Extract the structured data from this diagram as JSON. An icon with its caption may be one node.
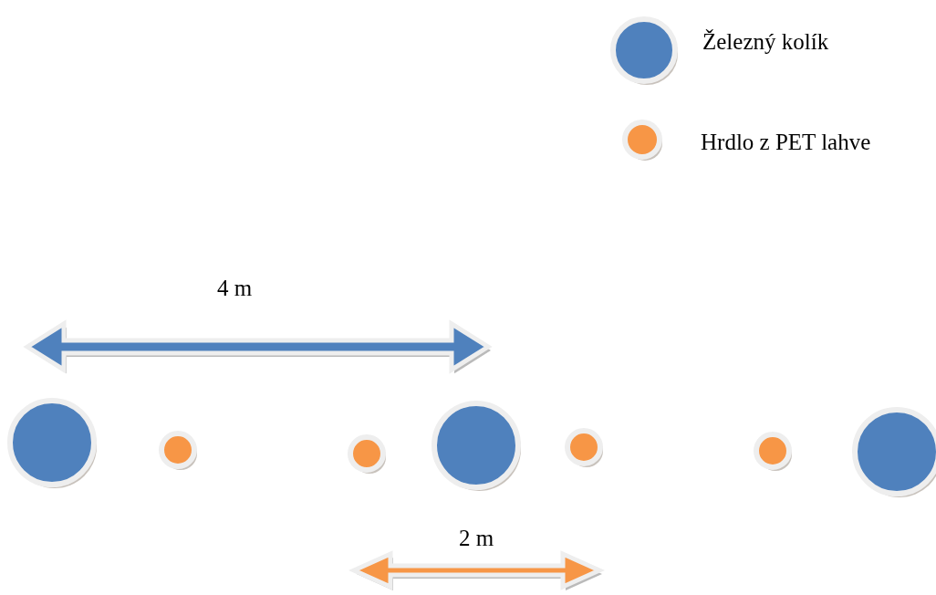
{
  "diagram": {
    "labels": [
      "4 m",
      "2 m"
    ],
    "legend": [
      {
        "text": "Železný kolík",
        "color": "#4f81bd"
      },
      {
        "text": "Hrdlo z PET lahve",
        "color": "#f79646"
      }
    ]
  }
}
